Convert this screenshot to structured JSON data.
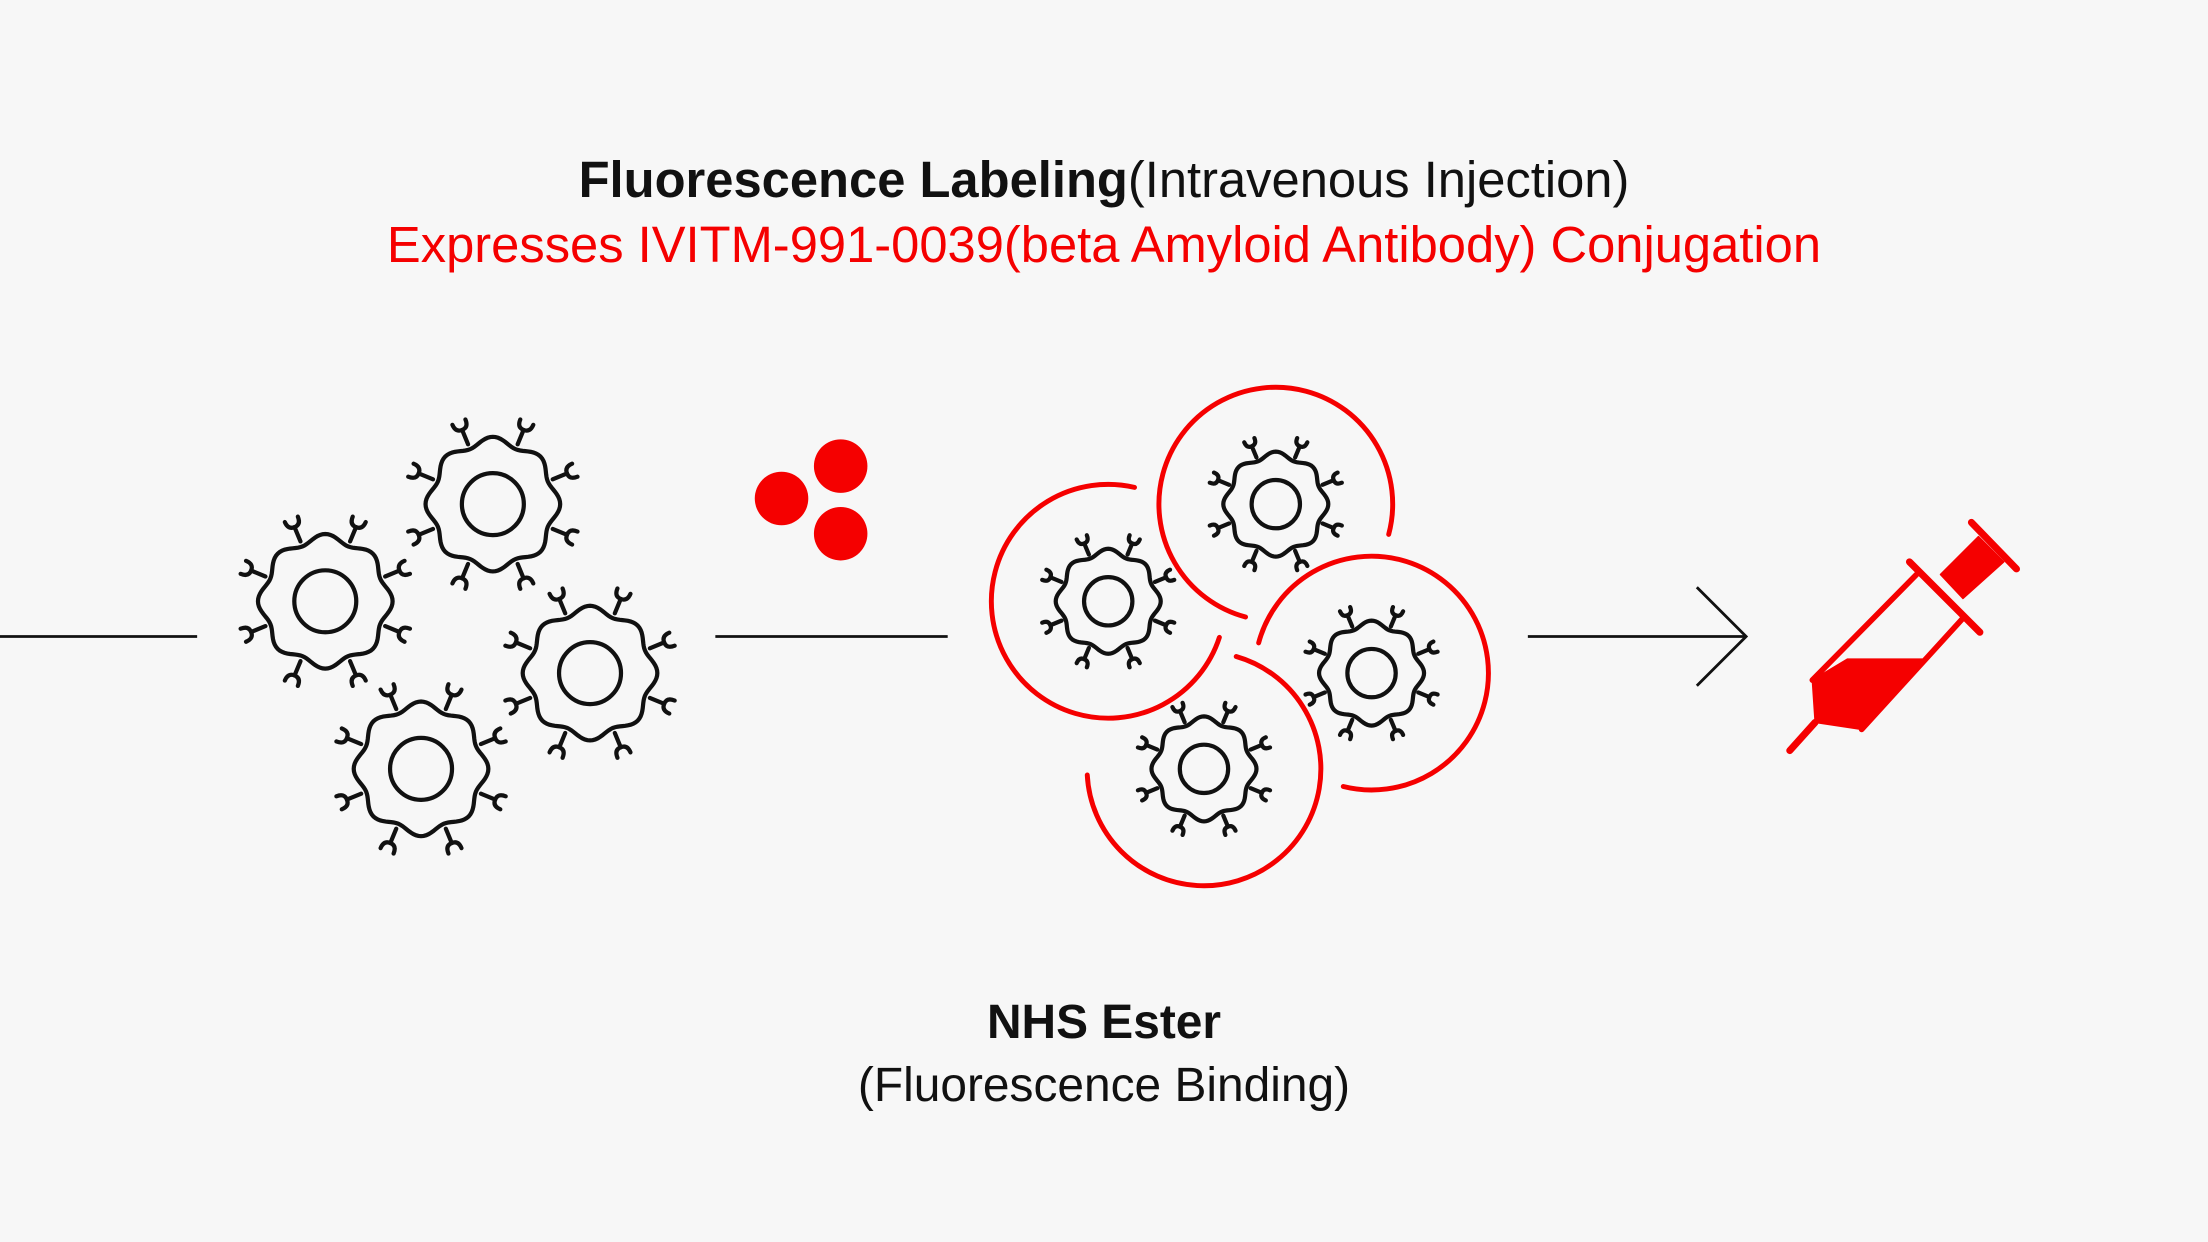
{
  "title": {
    "bold": "Fluorescence Labeling",
    "normal": "(Intravenous Injection)",
    "subtitle": "Expresses IVITM-991-0039(beta Amyloid Antibody) Conjugation"
  },
  "caption": {
    "bold": "NHS Ester",
    "normal": "(Fluorescence Binding)"
  },
  "colors": {
    "accent": "#f50000",
    "ink": "#111111",
    "background": "#f7f7f7"
  },
  "icons": [
    "cell-cluster-icon",
    "fluorescent-dye-dots-icon",
    "labeled-cell-cluster-icon",
    "arrow-right-icon",
    "syringe-icon"
  ]
}
